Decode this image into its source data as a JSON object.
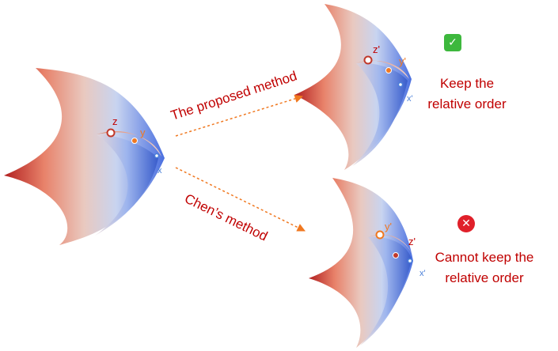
{
  "arrows": {
    "top_label": "The proposed method",
    "bottom_label": "Chen’s method"
  },
  "source": {
    "labels": {
      "z": "z",
      "y": "y",
      "x": "x"
    }
  },
  "result_top": {
    "labels": {
      "z": "z'",
      "y": "y'",
      "x": "x'"
    },
    "line1": "Keep the",
    "line2": "relative order",
    "badge": "check-icon"
  },
  "result_bottom": {
    "labels": {
      "z": "z'",
      "y": "y'",
      "x": "x'"
    },
    "line1": "Cannot keep the",
    "line2": "relative order",
    "badge": "cross-icon"
  },
  "colors": {
    "accent_red": "#c00000",
    "arrow_orange": "#f07820",
    "point_z": "#c0392b",
    "point_y": "#f07820",
    "point_x": "#4a7fd8"
  }
}
